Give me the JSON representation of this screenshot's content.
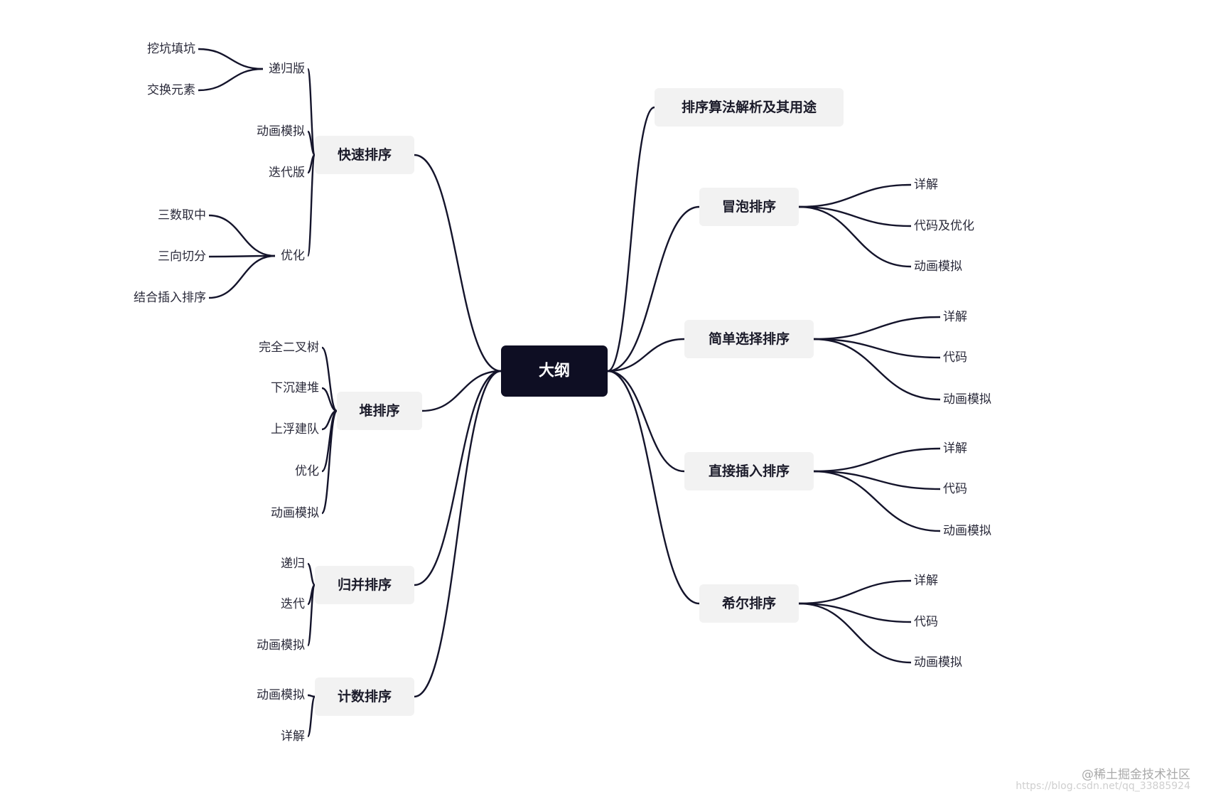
{
  "root": {
    "label": "大纲"
  },
  "branches": [
    {
      "id": "quick",
      "label": "快速排序",
      "children": [
        {
          "label": "递归版",
          "children": [
            {
              "label": "挖坑填坑"
            },
            {
              "label": "交换元素"
            }
          ]
        },
        {
          "label": "动画模拟"
        },
        {
          "label": "迭代版"
        },
        {
          "label": "优化",
          "children": [
            {
              "label": "三数取中"
            },
            {
              "label": "三向切分"
            },
            {
              "label": "结合插入排序"
            }
          ]
        }
      ]
    },
    {
      "id": "heap",
      "label": "堆排序",
      "children": [
        {
          "label": "完全二叉树"
        },
        {
          "label": "下沉建堆"
        },
        {
          "label": "上浮建队"
        },
        {
          "label": "优化"
        },
        {
          "label": "动画模拟"
        }
      ]
    },
    {
      "id": "merge",
      "label": "归并排序",
      "children": [
        {
          "label": "递归"
        },
        {
          "label": "迭代"
        },
        {
          "label": "动画模拟"
        }
      ]
    },
    {
      "id": "count",
      "label": "计数排序",
      "children": [
        {
          "label": "动画模拟"
        },
        {
          "label": "详解"
        }
      ]
    },
    {
      "id": "intro",
      "label": "排序算法解析及其用途",
      "children": []
    },
    {
      "id": "bubble",
      "label": "冒泡排序",
      "children": [
        {
          "label": "详解"
        },
        {
          "label": "代码及优化"
        },
        {
          "label": "动画模拟"
        }
      ]
    },
    {
      "id": "select",
      "label": "简单选择排序",
      "children": [
        {
          "label": "详解"
        },
        {
          "label": "代码"
        },
        {
          "label": "动画模拟"
        }
      ]
    },
    {
      "id": "insert",
      "label": "直接插入排序",
      "children": [
        {
          "label": "详解"
        },
        {
          "label": "代码"
        },
        {
          "label": "动画模拟"
        }
      ]
    },
    {
      "id": "shell",
      "label": "希尔排序",
      "children": [
        {
          "label": "详解"
        },
        {
          "label": "代码"
        },
        {
          "label": "动画模拟"
        }
      ]
    }
  ],
  "watermark": {
    "line1": "@稀土掘金技术社区",
    "line2": "https://blog.csdn.net/qq_33885924"
  }
}
